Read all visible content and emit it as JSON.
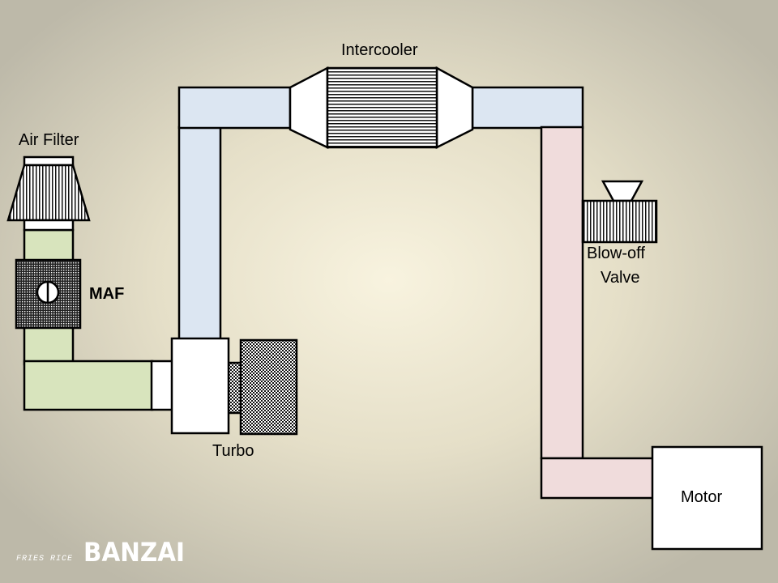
{
  "labels": {
    "air_filter": "Air Filter",
    "maf": "MAF",
    "turbo": "Turbo",
    "intercooler": "Intercooler",
    "blow_off_valve_line1": "Blow-off",
    "blow_off_valve_line2": "Valve",
    "motor": "Motor"
  },
  "logo": {
    "small": "FRIES RICE",
    "big": "BANZAI"
  },
  "colors": {
    "intake_green": "#d8e4bd",
    "cold_blue": "#dce6f2",
    "hot_pink": "#f0dcdc",
    "outline": "#000000",
    "component_white": "#ffffff",
    "logo_white": "#ffffff"
  }
}
